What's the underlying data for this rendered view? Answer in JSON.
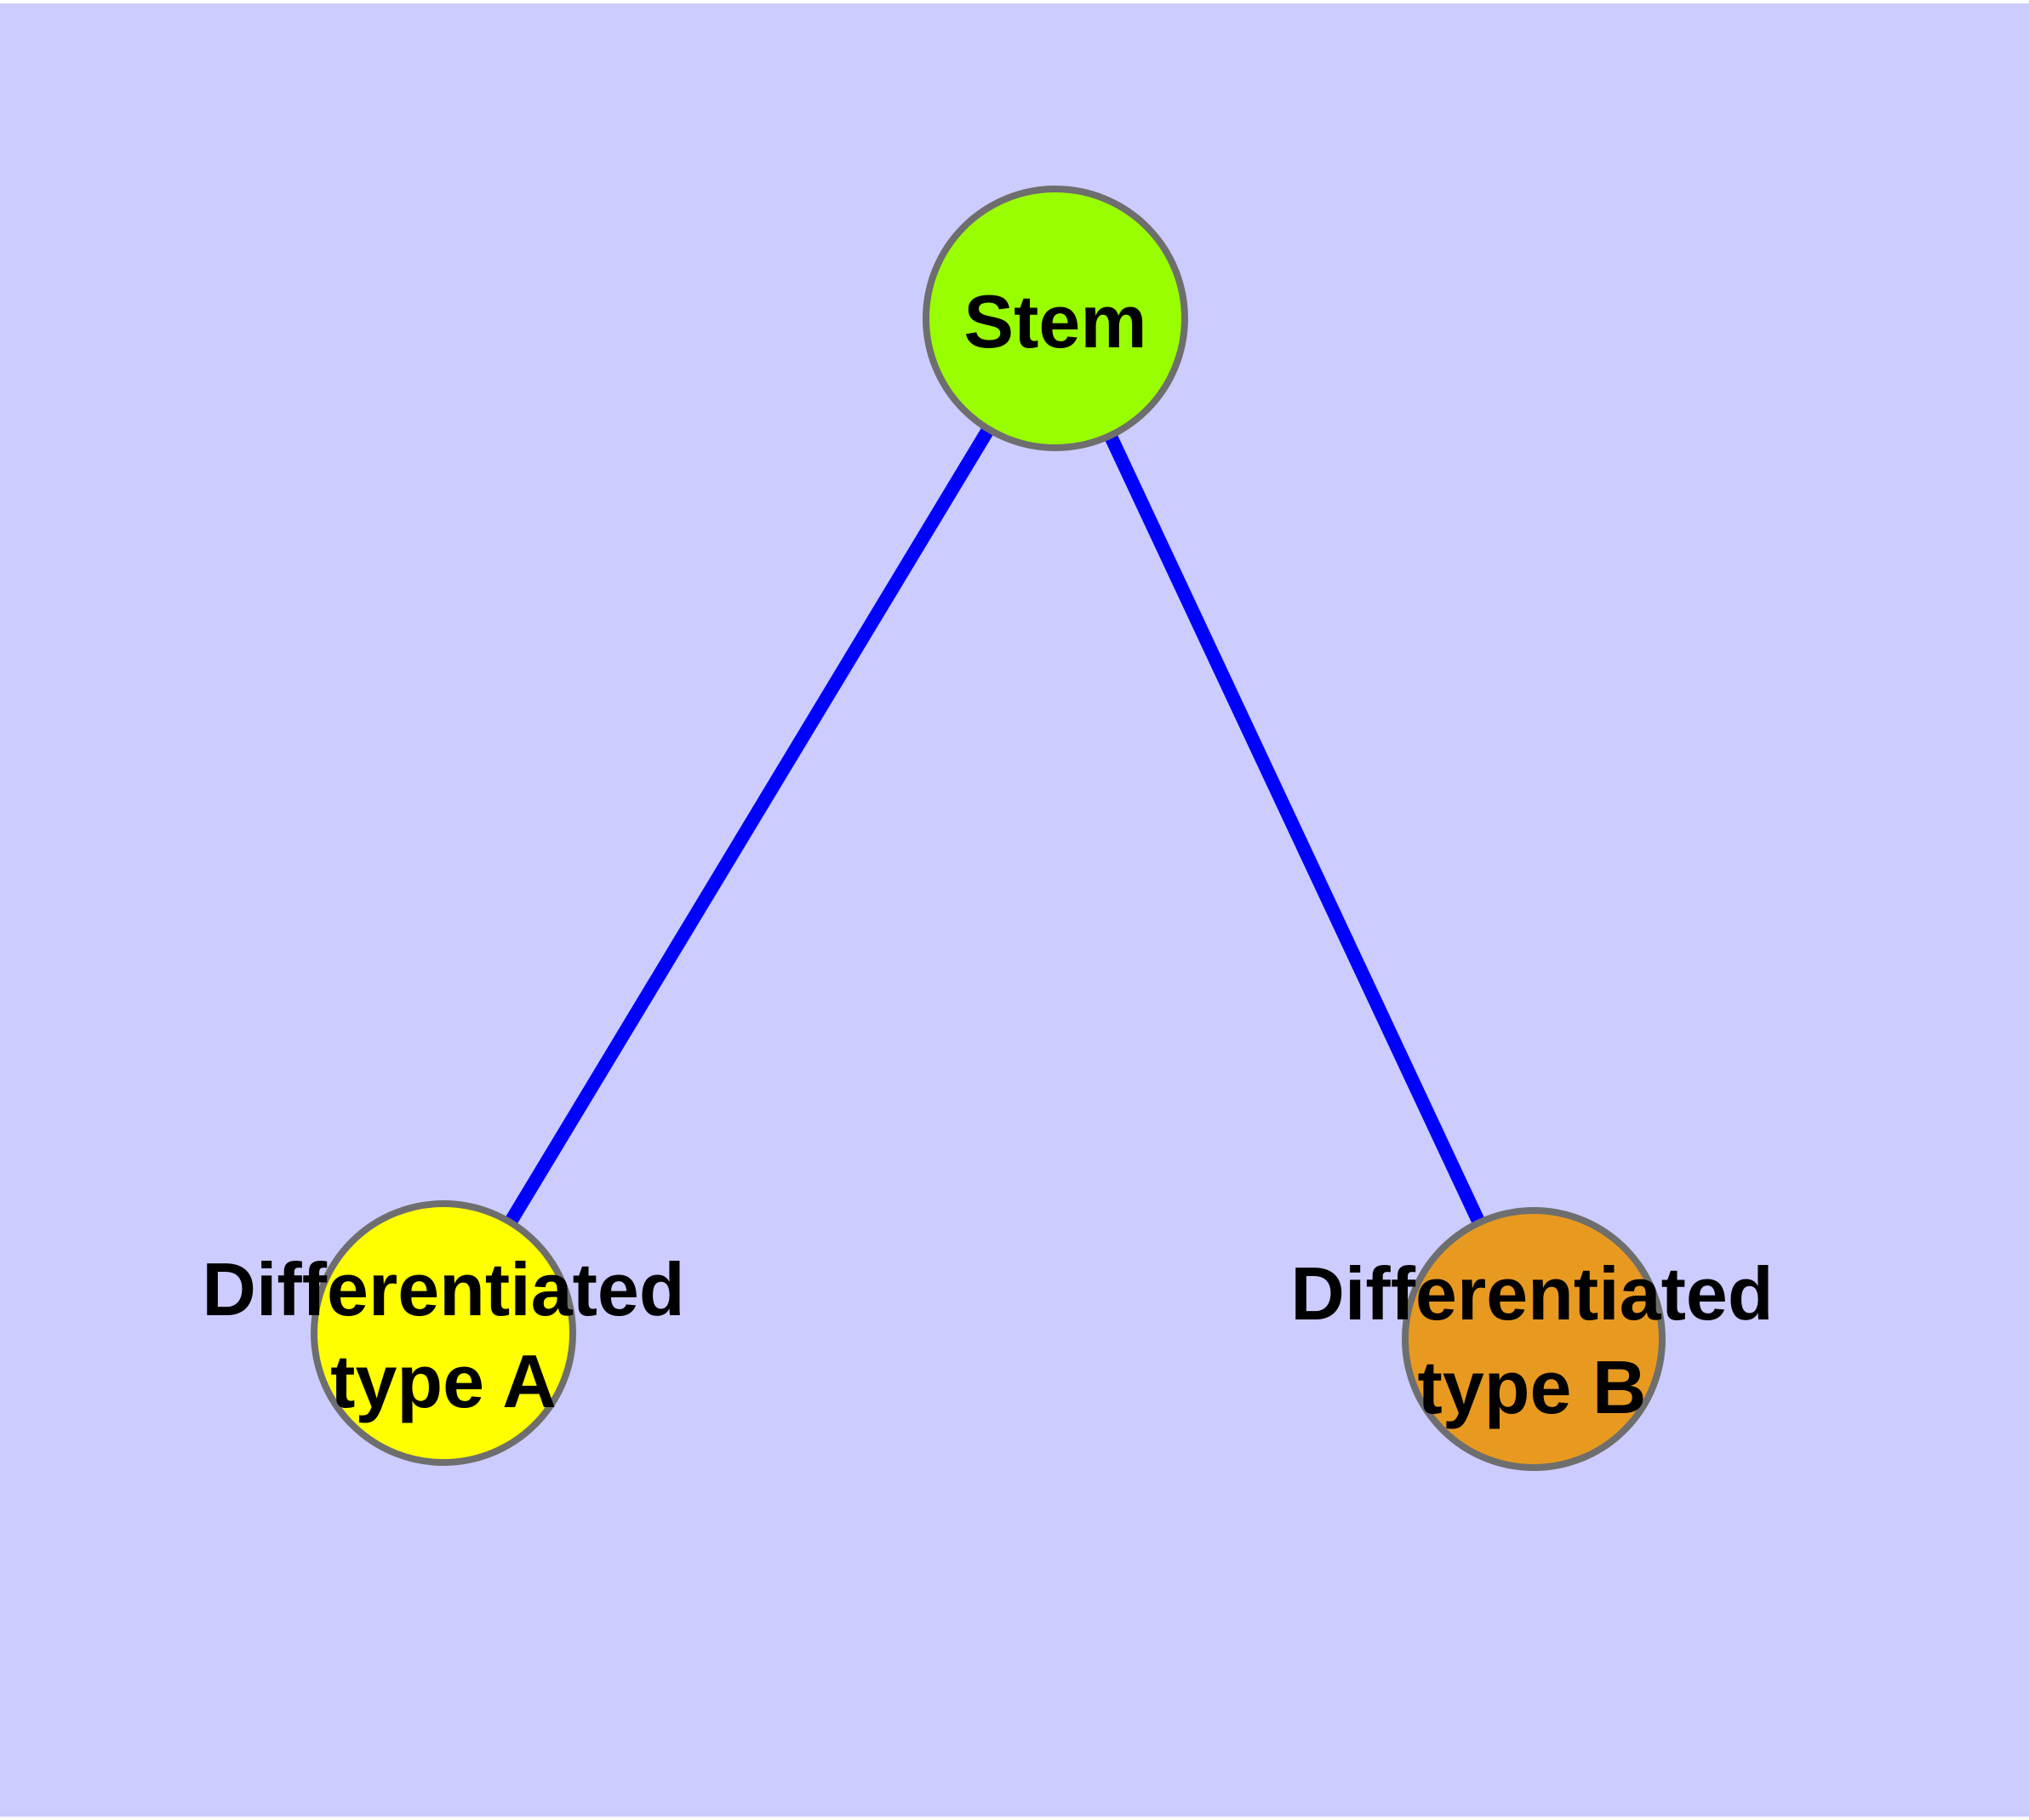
{
  "canvas": {
    "background_color": "#CCCCFF",
    "margin_color": "#FFFFFF"
  },
  "graph": {
    "edge_color": "#0000FF",
    "node_border_color": "#6E6E6E",
    "label_color": "#000000",
    "nodes": {
      "stem": {
        "label": "Stem",
        "fill": "#99FF00"
      },
      "type_a": {
        "label_line1": "Differentiated",
        "label_line2": "type A",
        "fill": "#FFFF00"
      },
      "type_b": {
        "label_line1": "Differentiated",
        "label_line2": "type B",
        "fill": "#E89A20"
      }
    },
    "edges": [
      {
        "from": "Stem",
        "to": "Differentiated type A"
      },
      {
        "from": "Stem",
        "to": "Differentiated type B"
      }
    ]
  }
}
